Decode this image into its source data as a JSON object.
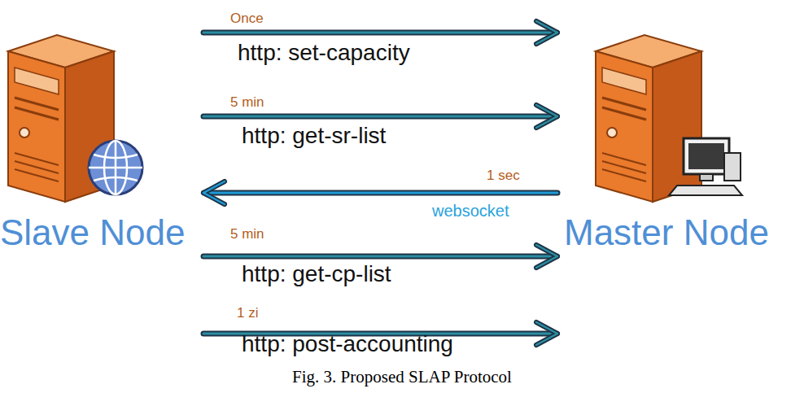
{
  "diagram": {
    "caption": "Fig. 3. Proposed SLAP Protocol",
    "nodes": [
      {
        "text": [
          "Slave Node"
        ]
      },
      {
        "text": [
          "Master Node"
        ]
      }
    ],
    "edges": [
      {
        "from": 0,
        "to": 1,
        "arrow": "to",
        "label": "http: set-capacity"
      },
      {
        "from": 0,
        "to": 1,
        "arrow": "to",
        "label": "http: get-sr-list"
      },
      {
        "from": 1,
        "to": 0,
        "arrow": "to",
        "label": "websocket"
      },
      {
        "from": 0,
        "to": 1,
        "arrow": "to",
        "label": "http: get-cp-list"
      },
      {
        "from": 0,
        "to": 1,
        "arrow": "to",
        "label": "http: post-accounting"
      }
    ],
    "labels": [
      "Once",
      "5 min",
      "1 sec",
      "5 min",
      "1 zi"
    ]
  }
}
